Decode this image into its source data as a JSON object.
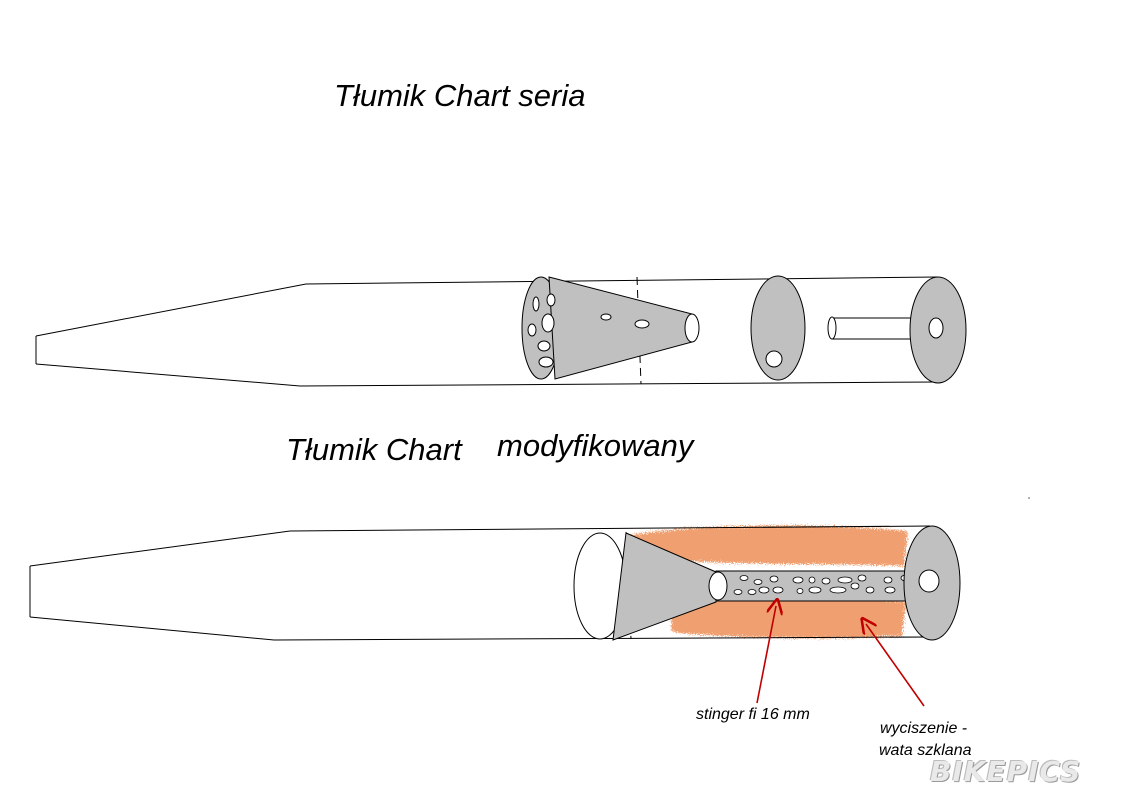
{
  "titles": {
    "stock": "Tłumik Chart seria",
    "modified_prefix": "Tłumik Chart",
    "modified_suffix": "modyfikowany"
  },
  "labels": {
    "stinger": "stinger fi 16 mm",
    "insulation_line1": "wyciszenie -",
    "insulation_line2": "wata szklana"
  },
  "watermark": "BIKEPICS",
  "colors": {
    "outline": "#000000",
    "part_fill": "#c0c0c0",
    "insulation": "#f0a070",
    "arrow": "#c00000"
  }
}
